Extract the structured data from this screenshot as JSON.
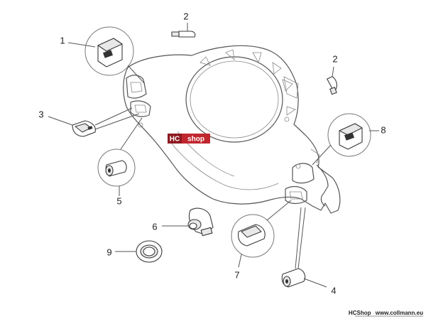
{
  "logo": {
    "part1": "HC",
    "part2": "shop",
    "color": "#c0262e"
  },
  "footer": {
    "brand": "HCShop",
    "url": "www.collmann.eu"
  },
  "callouts": [
    {
      "key": "c1",
      "label": "1"
    },
    {
      "key": "c2a",
      "label": "2"
    },
    {
      "key": "c2b",
      "label": "2"
    },
    {
      "key": "c3",
      "label": "3"
    },
    {
      "key": "c4",
      "label": "4"
    },
    {
      "key": "c5",
      "label": "5"
    },
    {
      "key": "c6",
      "label": "6"
    },
    {
      "key": "c7",
      "label": "7"
    },
    {
      "key": "c8",
      "label": "8"
    },
    {
      "key": "c9",
      "label": "9"
    }
  ]
}
